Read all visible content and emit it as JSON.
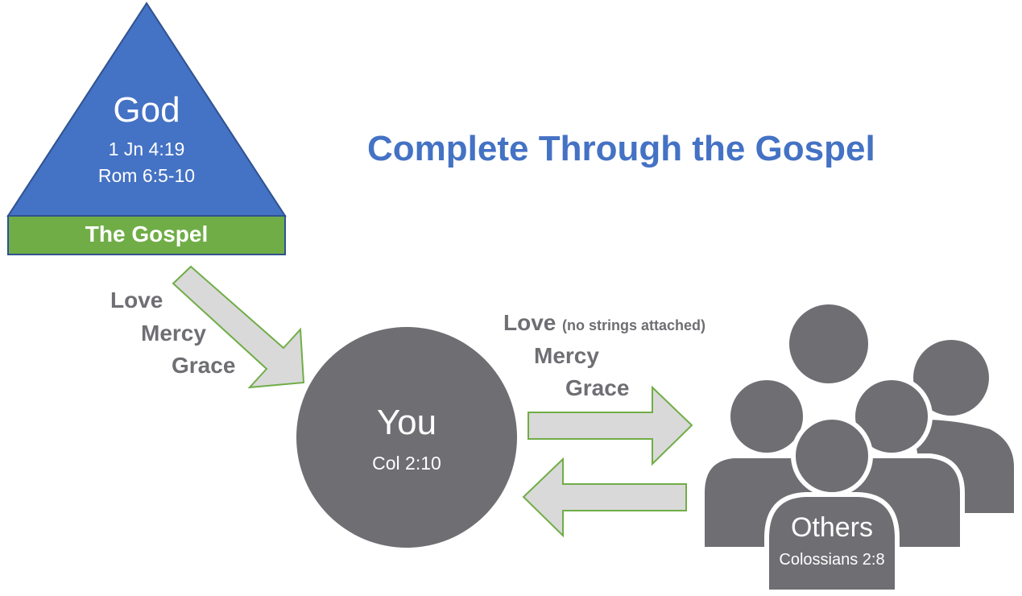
{
  "title": "Complete Through the Gospel",
  "god": {
    "label": "God",
    "ref1": "1 Jn 4:19",
    "ref2": "Rom 6:5-10"
  },
  "gospel": {
    "label": "The Gospel"
  },
  "incoming": {
    "love": "Love",
    "mercy": "Mercy",
    "grace": "Grace"
  },
  "outgoing": {
    "love": "Love",
    "note": "(no strings attached)",
    "mercy": "Mercy",
    "grace": "Grace"
  },
  "you": {
    "label": "You",
    "ref": "Col 2:10"
  },
  "others": {
    "label": "Others",
    "ref": "Colossians 2:8"
  },
  "colors": {
    "triangle": "#4472C4",
    "gospel_bar": "#70AD47",
    "dark_gray": "#6E6E73",
    "arrow_fill": "#D9D9D9",
    "arrow_outline": "#70AD47",
    "title": "#4472C4"
  }
}
